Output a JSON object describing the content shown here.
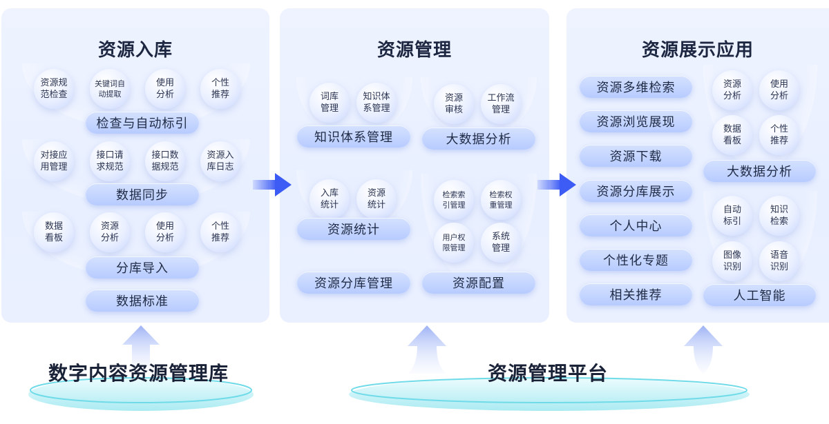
{
  "ingest": {
    "title": "资源入库",
    "group1": {
      "circles": [
        "资源规\n范检查",
        "关键词自\n动提取",
        "使用\n分析",
        "个性\n推荐"
      ],
      "label": "检查与自动标引"
    },
    "group2": {
      "circles": [
        "对接应\n用管理",
        "接口请\n求规范",
        "接口数\n据规范",
        "资源入\n库日志"
      ],
      "label": "数据同步"
    },
    "group3": {
      "circles": [
        "数据\n看板",
        "资源\n分析",
        "使用\n分析",
        "个性\n推荐"
      ],
      "label": "分库导入"
    },
    "standalone": "数据标准"
  },
  "manage": {
    "title": "资源管理",
    "knowledge": {
      "circles": [
        "词库\n管理",
        "知识体\n系管理"
      ],
      "label": "知识体系管理"
    },
    "bigdata": {
      "circles": [
        "资源\n审核",
        "工作流\n管理"
      ],
      "label": "大数据分析"
    },
    "stats": {
      "circles": [
        "入库\n统计",
        "资源\n统计"
      ],
      "label": "资源统计"
    },
    "config": {
      "circles": [
        "检索索\n引管理",
        "检索权\n重管理",
        "用户权\n限管理",
        "系统\n管理"
      ],
      "label": "资源配置"
    },
    "standalone": "资源分库管理"
  },
  "display": {
    "title": "资源展示应用",
    "pills": [
      "资源多维检索",
      "资源浏览展现",
      "资源下载",
      "资源分库展示",
      "个人中心",
      "个性化专题",
      "相关推荐"
    ],
    "bigdata": {
      "circles": [
        "资源\n分析",
        "使用\n分析",
        "数据\n看板",
        "个性\n推荐"
      ],
      "label": "大数据分析"
    },
    "ai": {
      "circles": [
        "自动\n标引",
        "知识\n检索",
        "图像\n识别",
        "语音\n识别"
      ],
      "label": "人工智能"
    }
  },
  "bases": {
    "left": "数字内容资源管理库",
    "right": "资源管理平台"
  },
  "colors": {
    "accent": "#3d5cf5",
    "pill": "#b7cbff",
    "ring": "#7ee3ee"
  }
}
